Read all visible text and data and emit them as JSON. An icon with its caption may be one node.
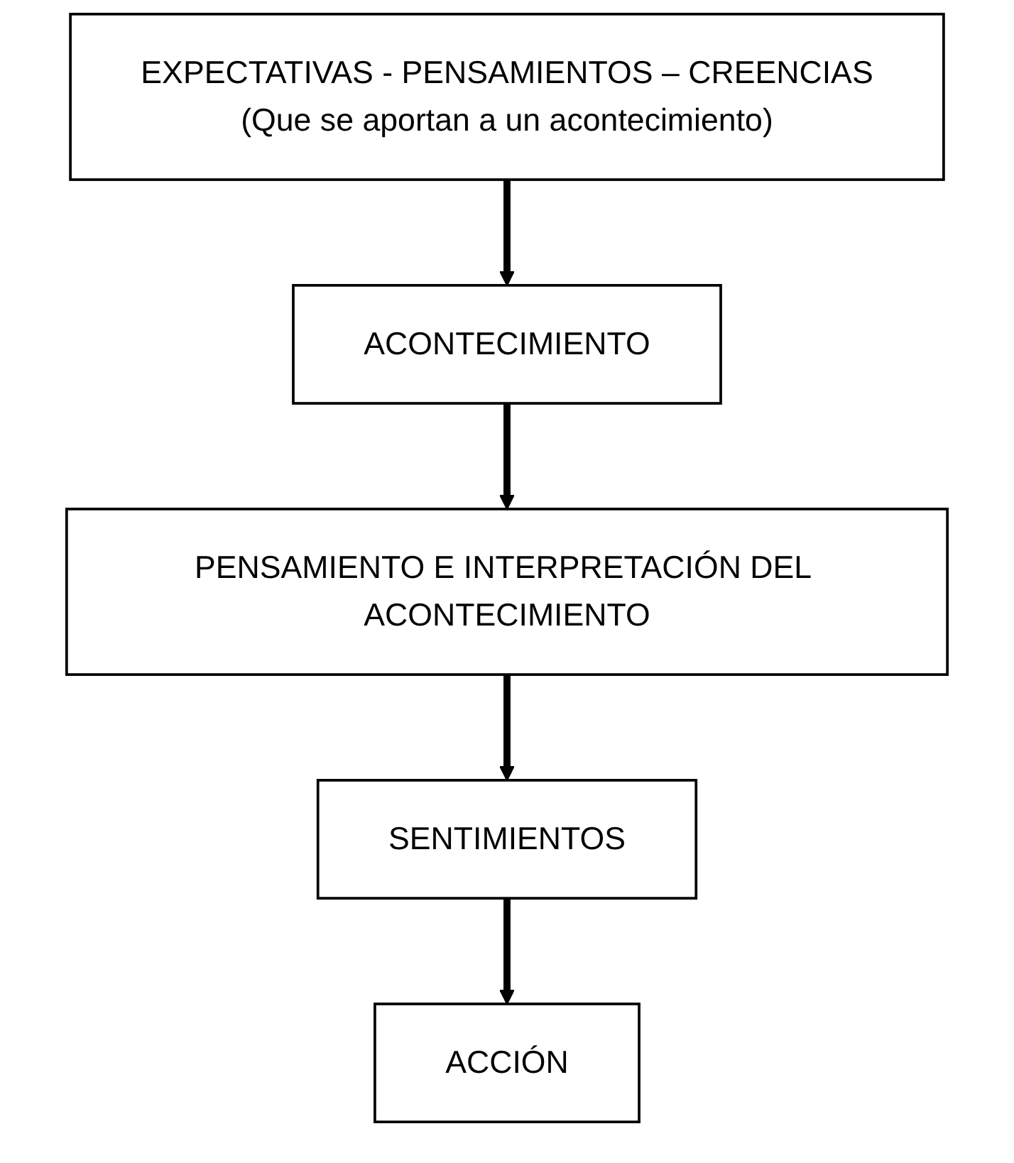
{
  "diagram": {
    "nodes": [
      {
        "text": [
          "EXPECTATIVAS - PENSAMIENTOS – CREENCIAS",
          "(Que se aportan a un acontecimiento)"
        ]
      },
      {
        "text": [
          "ACONTECIMIENTO"
        ]
      },
      {
        "text": [
          "PENSAMIENTO E INTERPRETACIÓN DEL ACONTECIMIENTO"
        ]
      },
      {
        "text": [
          "SENTIMIENTOS"
        ]
      },
      {
        "text": [
          "ACCIÓN"
        ]
      }
    ],
    "edges": [
      {
        "from": 0,
        "to": 1,
        "arrow": "to"
      },
      {
        "from": 1,
        "to": 2,
        "arrow": "to"
      },
      {
        "from": 2,
        "to": 3,
        "arrow": "to"
      },
      {
        "from": 3,
        "to": 4,
        "arrow": "to"
      }
    ]
  }
}
